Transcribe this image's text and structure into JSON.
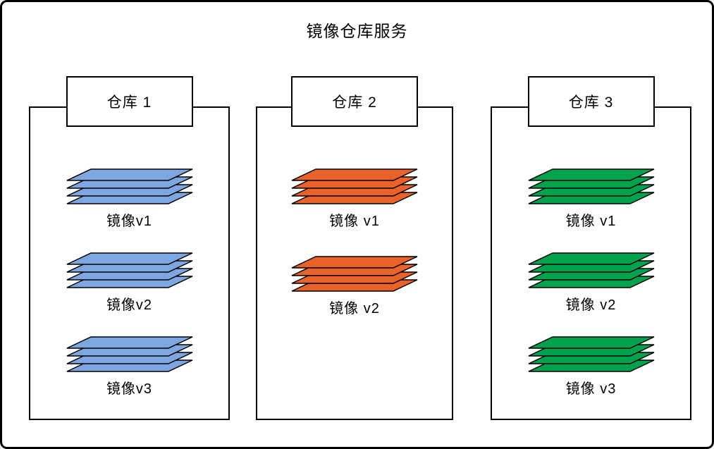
{
  "title": "镜像仓库服务",
  "colors": {
    "repo1": "#7EA6E0",
    "repo2": "#E8622A",
    "repo3": "#00A24E",
    "stroke": "#000000"
  },
  "repos": [
    {
      "label": "仓库 1",
      "images": [
        "镜像v1",
        "镜像v2",
        "镜像v3"
      ]
    },
    {
      "label": "仓库 2",
      "images": [
        "镜像 v1",
        "镜像 v2"
      ]
    },
    {
      "label": "仓库 3",
      "images": [
        "镜像 v1",
        "镜像 v2",
        "镜像 v3"
      ]
    }
  ]
}
